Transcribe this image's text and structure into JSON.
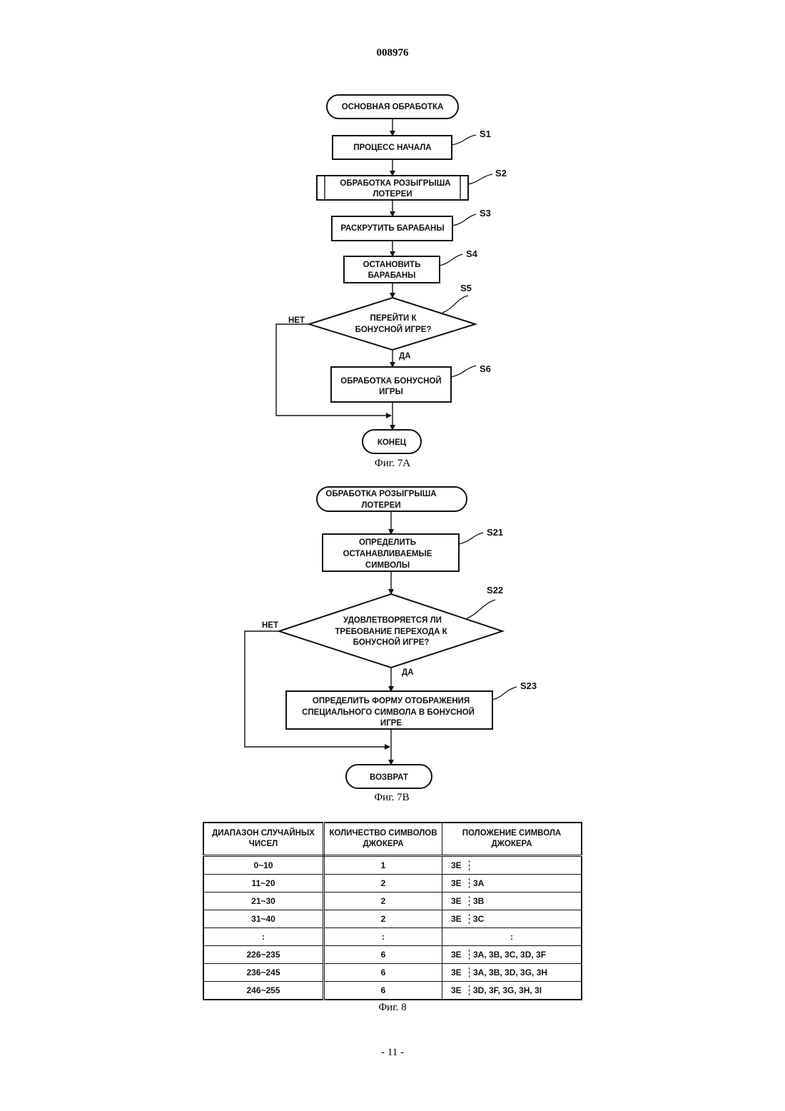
{
  "header": {
    "doc_number": "008976"
  },
  "footer": {
    "page": "- 11 -"
  },
  "fig7a": {
    "caption": "Фиг. 7А",
    "start": "ОСНОВНАЯ ОБРАБОТКА",
    "s1": {
      "label": "S1",
      "text": "ПРОЦЕСС НАЧАЛА"
    },
    "s2": {
      "label": "S2",
      "line1": "ОБРАБОТКА РОЗЫГРЫША",
      "line2": "ЛОТЕРЕИ"
    },
    "s3": {
      "label": "S3",
      "text": "РАСКРУТИТЬ БАРАБАНЫ"
    },
    "s4": {
      "label": "S4",
      "line1": "ОСТАНОВИТЬ",
      "line2": "БАРАБАНЫ"
    },
    "s5": {
      "label": "S5",
      "line1": "ПЕРЕЙТИ К",
      "line2": "БОНУСНОЙ ИГРЕ?",
      "no": "НЕТ",
      "yes": "ДА"
    },
    "s6": {
      "label": "S6",
      "line1": "ОБРАБОТКА БОНУСНОЙ",
      "line2": "ИГРЫ"
    },
    "end": "КОНЕЦ"
  },
  "fig7b": {
    "caption": "Фиг. 7В",
    "start_line1": "ОБРАБОТКА РОЗЫГРЫША",
    "start_line2": "ЛОТЕРЕИ",
    "s21": {
      "label": "S21",
      "line1": "ОПРЕДЕЛИТЬ",
      "line2": "ОСТАНАВЛИВАЕМЫЕ",
      "line3": "СИМВОЛЫ"
    },
    "s22": {
      "label": "S22",
      "line1": "УДОВЛЕТВОРЯЕТСЯ ЛИ",
      "line2": "ТРЕБОВАНИЕ ПЕРЕХОДА К",
      "line3": "БОНУСНОЙ ИГРЕ?",
      "no": "НЕТ",
      "yes": "ДА"
    },
    "s23": {
      "label": "S23",
      "line1": "ОПРЕДЕЛИТЬ ФОРМУ ОТОБРАЖЕНИЯ",
      "line2": "СПЕЦИАЛЬНОГО СИМВОЛА В БОНУСНОЙ",
      "line3": "ИГРЕ"
    },
    "end": "ВОЗВРАТ"
  },
  "fig8": {
    "caption": "Фиг. 8",
    "headers": {
      "range_line1": "ДИАПАЗОН СЛУЧАЙНЫХ",
      "range_line2": "ЧИСЕЛ",
      "count_line1": "КОЛИЧЕСТВО СИМВОЛОВ",
      "count_line2": "ДЖОКЕРА",
      "pos_line1": "ПОЛОЖЕНИЕ СИМВОЛА",
      "pos_line2": "ДЖОКЕРА"
    },
    "rows": [
      {
        "range": "0~10",
        "count": "1",
        "main": "3E",
        "others": ""
      },
      {
        "range": "11~20",
        "count": "2",
        "main": "3E",
        "others": "3A"
      },
      {
        "range": "21~30",
        "count": "2",
        "main": "3E",
        "others": "3B"
      },
      {
        "range": "31~40",
        "count": "2",
        "main": "3E",
        "others": "3C"
      },
      {
        "range": ":",
        "count": ":",
        "pos": ":"
      },
      {
        "range": "226~235",
        "count": "6",
        "main": "3E",
        "others": "3A, 3B, 3C, 3D, 3F"
      },
      {
        "range": "236~245",
        "count": "6",
        "main": "3E",
        "others": "3A, 3B, 3D, 3G, 3H"
      },
      {
        "range": "246~255",
        "count": "6",
        "main": "3E",
        "others": "3D, 3F, 3G, 3H, 3I"
      }
    ]
  }
}
